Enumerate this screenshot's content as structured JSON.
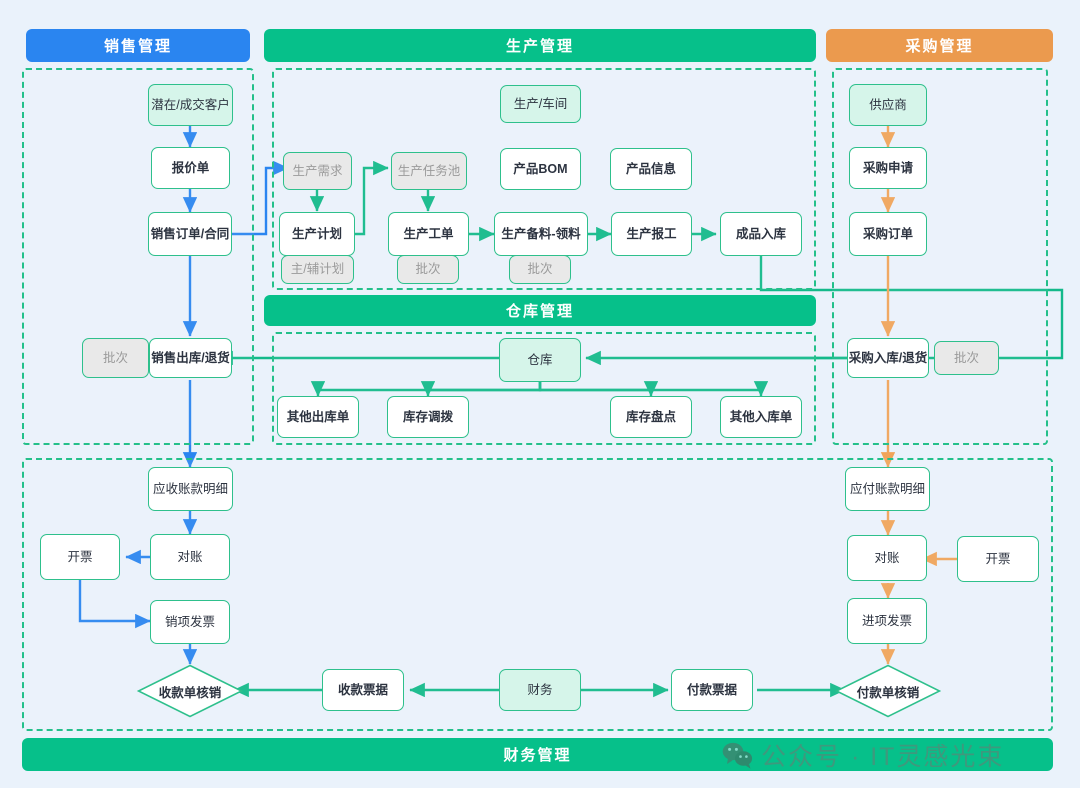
{
  "colors": {
    "background": "#eaf2fb",
    "sales_accent": "#2a85f0",
    "production_accent": "#06c08a",
    "purchase_accent": "#eb9a4e",
    "node_border": "#2ec08c",
    "dashed_border": "#24c08a",
    "mint_fill": "#d6f5ea",
    "gray_fill": "#e9e9e9",
    "gray_text": "#9a9a9a"
  },
  "sections": {
    "sales": {
      "title": "销售管理"
    },
    "production": {
      "title": "生产管理"
    },
    "purchase": {
      "title": "采购管理"
    },
    "warehouse": {
      "title": "仓库管理"
    },
    "finance": {
      "title": "财务管理"
    }
  },
  "nodes": {
    "customer": "潜在/成交客户",
    "quotation": "报价单",
    "sales_order": "销售订单/合同",
    "sales_batch": "批次",
    "sales_out": "销售出库/退货",
    "prod_demand": "生产需求",
    "prod_plan": "生产计划",
    "prod_plan_sub": "主/辅计划",
    "task_pool": "生产任务池",
    "work_order": "生产工单",
    "work_order_sub": "批次",
    "workshop": "生产/车间",
    "product_bom": "产品BOM",
    "product_info": "产品信息",
    "prep_material": "生产备料-领料",
    "prep_material_sub": "批次",
    "prod_report": "生产报工",
    "finished_in": "成品入库",
    "supplier": "供应商",
    "purchase_req": "采购申请",
    "purchase_order": "采购订单",
    "purchase_in": "采购入库/退货",
    "purchase_batch": "批次",
    "warehouse_hub": "仓库",
    "other_out": "其他出库单",
    "stock_transfer": "库存调拨",
    "stock_count": "库存盘点",
    "other_in": "其他入库单",
    "ar_detail": "应收账款明细",
    "ar_recon": "对账",
    "ar_invoice_btn": "开票",
    "output_invoice": "销项发票",
    "receipt_offset": "收款单核销",
    "receipt_voucher": "收款票据",
    "finance_hub": "财务",
    "ap_detail": "应付账款明细",
    "ap_recon": "对账",
    "ap_invoice_btn": "开票",
    "input_invoice": "进项发票",
    "payment_offset": "付款单核销",
    "payment_voucher": "付款票据"
  },
  "watermark": {
    "icon": "wechat-icon",
    "text": "公众号 · IT灵感光束"
  }
}
